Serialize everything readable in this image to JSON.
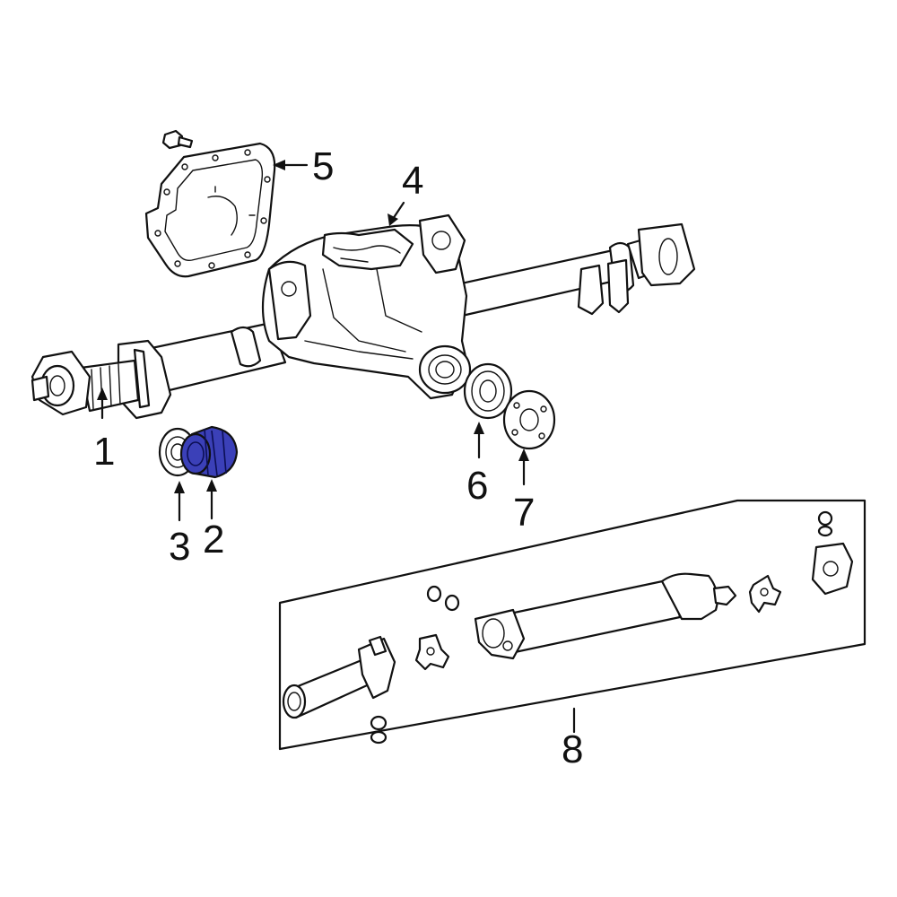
{
  "callouts": [
    {
      "label": "1"
    },
    {
      "label": "2"
    },
    {
      "label": "3"
    },
    {
      "label": "4"
    },
    {
      "label": "5"
    },
    {
      "label": "6"
    },
    {
      "label": "7"
    },
    {
      "label": "8"
    }
  ],
  "colors": {
    "highlight": "#3b40b8",
    "line": "#111111",
    "background": "#ffffff"
  },
  "highlighted_part": "2"
}
